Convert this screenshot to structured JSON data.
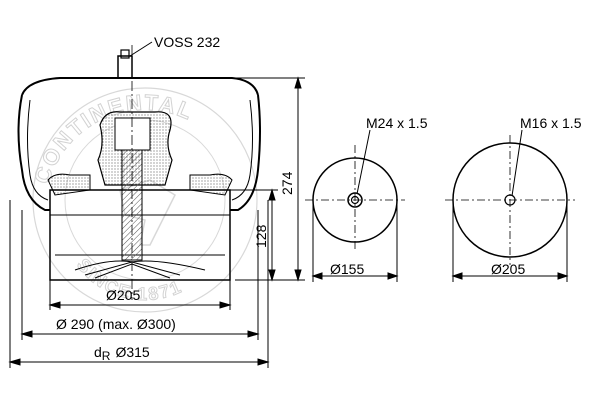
{
  "labels": {
    "valve": "VOSS 232",
    "height_total": "274",
    "height_piston": "128",
    "thread_top": "M24 x 1.5",
    "thread_bottom": "M16 x 1.5",
    "dia_piston": "Ø205",
    "dia_bellow": "Ø 290 (max. Ø300)",
    "dia_ref_prefix": "d",
    "dia_ref_sub": "R",
    "dia_ref_value": "Ø315",
    "dia_top_plate": "Ø155",
    "dia_bottom_plate": "Ø205"
  },
  "watermark": {
    "text": "CONTINENTAL",
    "text_lower": "SINCE 1871"
  },
  "colors": {
    "line": "#000000",
    "hatch": "#555555",
    "rubber": "#d9d9d9",
    "watermark": "#c8c8c8"
  }
}
